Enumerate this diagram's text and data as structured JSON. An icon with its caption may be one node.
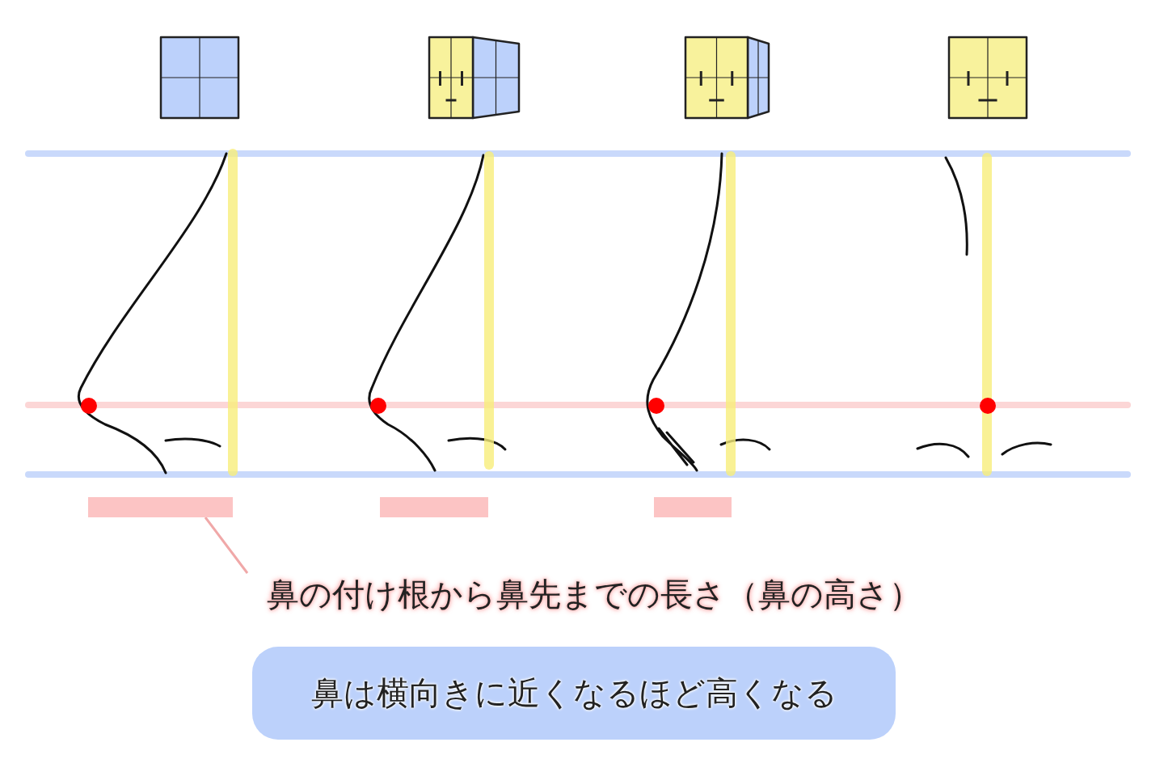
{
  "diagram": {
    "nodes": [
      {
        "text": [],
        "shape": "bar"
      },
      {
        "text": [],
        "shape": "bar"
      },
      {
        "text": [],
        "shape": "bar"
      },
      {
        "text": [
          "鼻の付け根から鼻先までの長さ（鼻の高さ）"
        ]
      },
      {
        "text": [
          "鼻は横向きに近くなるほど高くなる"
        ]
      }
    ],
    "edges": [
      {
        "from": 3,
        "to": 0,
        "arrow": "none"
      }
    ]
  }
}
